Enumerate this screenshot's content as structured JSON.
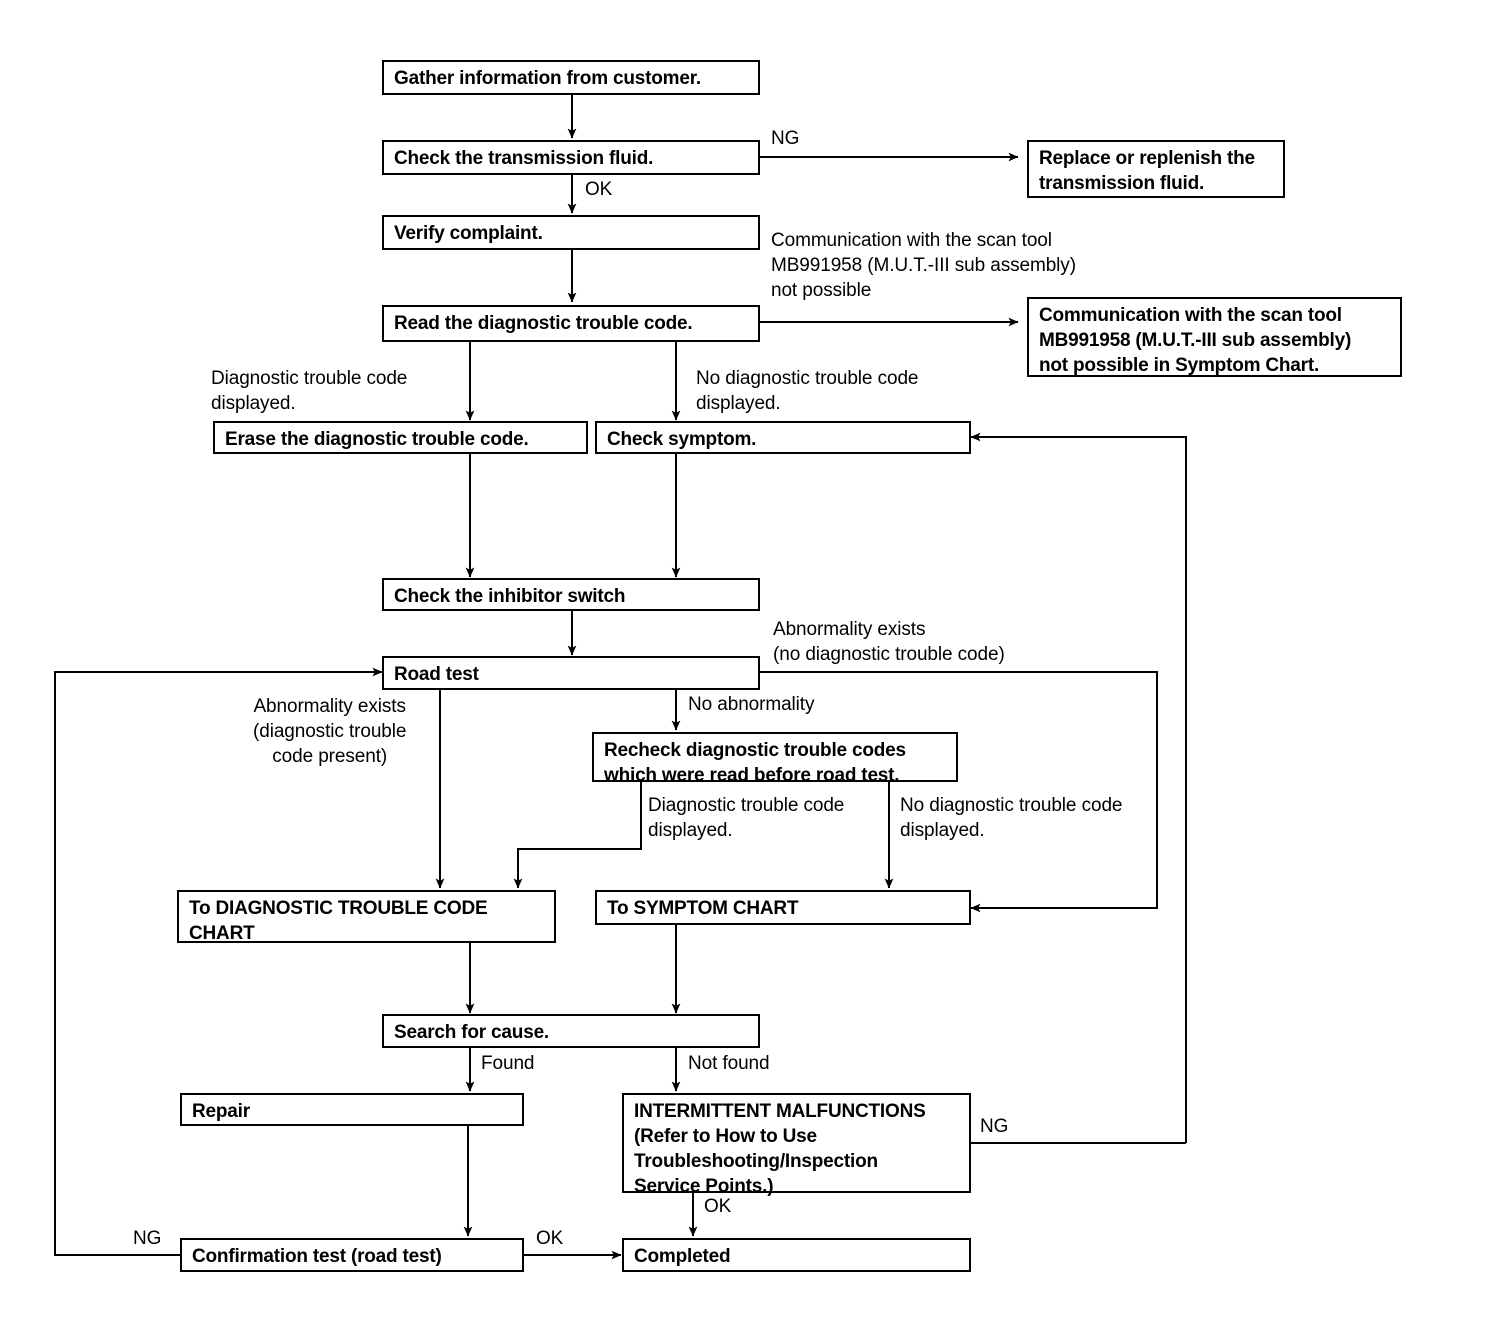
{
  "diagram": {
    "title": "Automatic transmission troubleshooting flow chart",
    "line_color": "#000000",
    "background_color": "#ffffff",
    "nodes": [
      {
        "id": "gather",
        "text": "Gather information from customer."
      },
      {
        "id": "check_fluid",
        "text": "Check the transmission fluid."
      },
      {
        "id": "replace_fluid",
        "text": "Replace or replenish the\ntransmission fluid."
      },
      {
        "id": "verify",
        "text": "Verify complaint."
      },
      {
        "id": "read_dtc",
        "text": "Read the diagnostic trouble code."
      },
      {
        "id": "comm_symptom",
        "text": "Communication with the scan tool\nMB991958 (M.U.T.-III sub assembly)\nnot possible in Symptom Chart."
      },
      {
        "id": "erase_dtc",
        "text": "Erase the diagnostic trouble code."
      },
      {
        "id": "check_symptom",
        "text": "Check symptom."
      },
      {
        "id": "inhibitor",
        "text": "Check the inhibitor switch"
      },
      {
        "id": "road_test",
        "text": "Road test"
      },
      {
        "id": "recheck",
        "text": "Recheck diagnostic trouble codes\nwhich were read before road test."
      },
      {
        "id": "to_dtc_chart",
        "text": "To DIAGNOSTIC TROUBLE CODE\nCHART"
      },
      {
        "id": "to_sym_chart",
        "text": "To SYMPTOM CHART"
      },
      {
        "id": "search",
        "text": "Search for cause."
      },
      {
        "id": "repair",
        "text": "Repair"
      },
      {
        "id": "intermittent",
        "text": "INTERMITTENT MALFUNCTIONS\n(Refer to How to Use\nTroubleshooting/Inspection\nService Points.)"
      },
      {
        "id": "confirmation",
        "text": "Confirmation test (road test)"
      },
      {
        "id": "completed",
        "text": "Completed"
      }
    ],
    "edge_labels": [
      {
        "id": "ng_fluid",
        "text": "NG"
      },
      {
        "id": "ok_fluid",
        "text": "OK"
      },
      {
        "id": "comm_not_possible",
        "text": "Communication with the scan tool\nMB991958 (M.U.T.-III sub assembly)\nnot possible"
      },
      {
        "id": "dtc_displayed",
        "text": "Diagnostic trouble code\ndisplayed."
      },
      {
        "id": "no_dtc_displayed",
        "text": "No diagnostic trouble code\ndisplayed."
      },
      {
        "id": "abn_no_dtc",
        "text": "Abnormality exists\n(no diagnostic trouble code)"
      },
      {
        "id": "abn_dtc_present",
        "text": "Abnormality exists\n(diagnostic trouble\ncode present)"
      },
      {
        "id": "no_abnormality",
        "text": "No abnormality"
      },
      {
        "id": "dtc_displayed_2",
        "text": "Diagnostic trouble code\ndisplayed."
      },
      {
        "id": "no_dtc_displayed_2",
        "text": "No diagnostic trouble code\ndisplayed."
      },
      {
        "id": "found",
        "text": "Found"
      },
      {
        "id": "not_found",
        "text": "Not found"
      },
      {
        "id": "ng_intermittent",
        "text": "NG"
      },
      {
        "id": "ok_intermittent",
        "text": "OK"
      },
      {
        "id": "ng_confirmation",
        "text": "NG"
      },
      {
        "id": "ok_confirmation",
        "text": "OK"
      }
    ]
  }
}
